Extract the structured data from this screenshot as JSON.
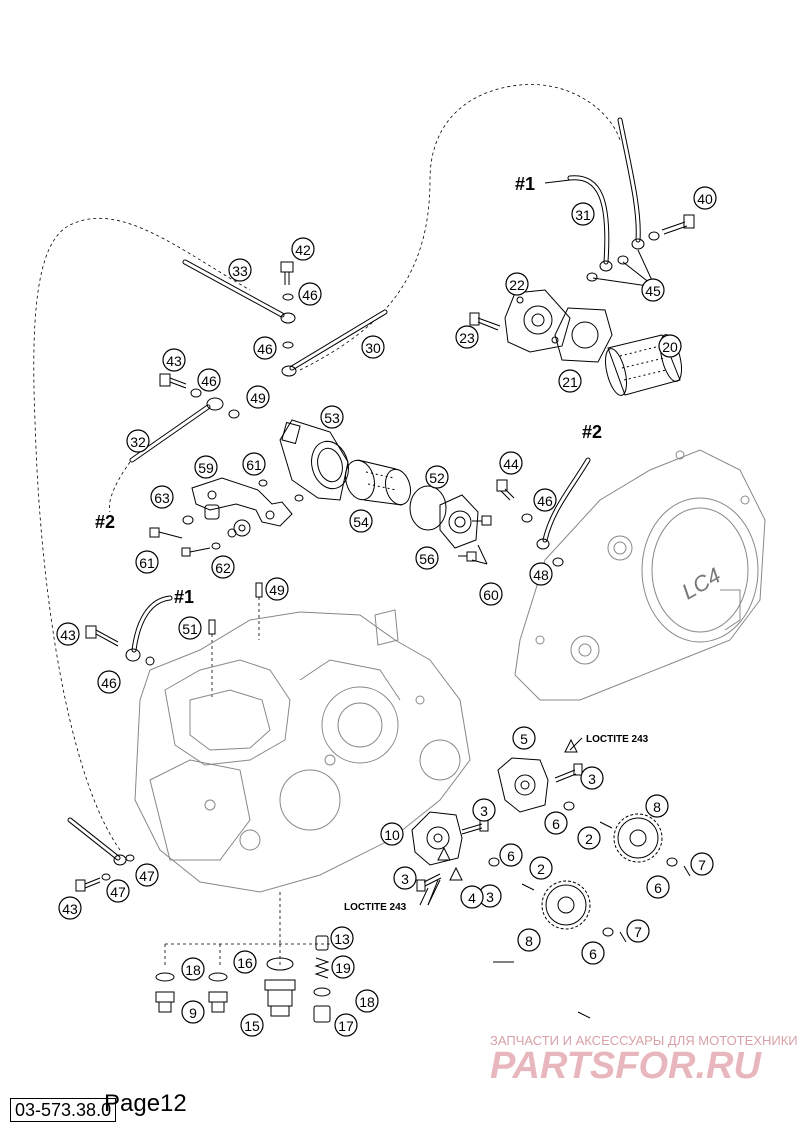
{
  "document": {
    "reference_code": "03-573.38.0",
    "page_label": "Page12"
  },
  "annotations": {
    "marker_1": "#1",
    "marker_2": "#2",
    "loctite_upper": "LOCTITE 243",
    "loctite_lower": "LOCTITE 243",
    "cover_logo": "LC4"
  },
  "watermark": {
    "line1": "ЗАПЧАСТИ И АКСЕССУАРЫ ДЛЯ МОТОТЕХНИКИ",
    "line2": "PARTSFOR.RU"
  },
  "callouts": [
    "2",
    "2",
    "3",
    "3",
    "3",
    "3",
    "4",
    "5",
    "6",
    "6",
    "6",
    "6",
    "7",
    "7",
    "8",
    "8",
    "9",
    "10",
    "13",
    "15",
    "16",
    "17",
    "18",
    "18",
    "19",
    "20",
    "21",
    "22",
    "23",
    "30",
    "31",
    "32",
    "33",
    "40",
    "42",
    "43",
    "43",
    "43",
    "44",
    "45",
    "46",
    "46",
    "46",
    "46",
    "46",
    "47",
    "47",
    "48",
    "49",
    "49",
    "51",
    "52",
    "53",
    "54",
    "56",
    "59",
    "60",
    "61",
    "61",
    "62",
    "63"
  ],
  "colors": {
    "line": "#000000",
    "ghost_part": "#888888",
    "watermark": "#e8b7bd"
  }
}
